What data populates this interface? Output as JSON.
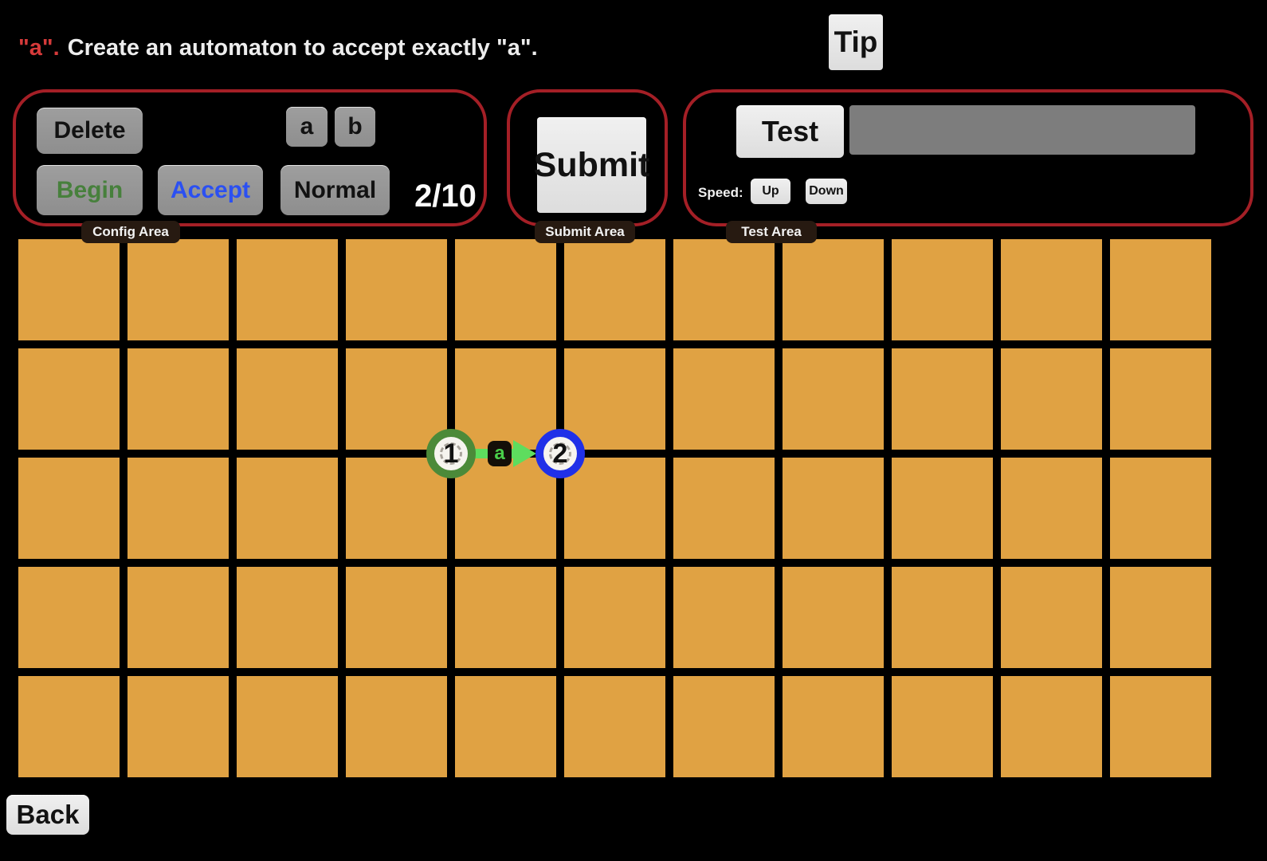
{
  "title": {
    "task": "\"a\".",
    "instruction": "Create an automaton to accept exactly \"a\"."
  },
  "tip": {
    "label": "Tip"
  },
  "config": {
    "area_label": "Config Area",
    "delete_button": "Delete",
    "symbol_a_button": "a",
    "symbol_b_button": "b",
    "begin_button": "Begin",
    "accept_button": "Accept",
    "normal_button": "Normal",
    "state_counter": "2/10"
  },
  "submit": {
    "area_label": "Submit Area",
    "submit_button": "Submit"
  },
  "test": {
    "area_label": "Test Area",
    "test_button": "Test",
    "input_value": "",
    "speed_label": "Speed:",
    "up_button": "Up",
    "down_button": "Down"
  },
  "back": {
    "label": "Back"
  },
  "grid": {
    "columns": 11,
    "rows": 5
  },
  "automaton": {
    "states": [
      {
        "label": "1",
        "role": "begin"
      },
      {
        "label": "2",
        "role": "accept"
      }
    ],
    "transitions": [
      {
        "from": "1",
        "to": "2",
        "symbol": "a"
      }
    ]
  },
  "colors": {
    "cell_orange": "#E0A243",
    "area_border_red": "#A41F26",
    "begin_green": "#47803C",
    "accept_blue": "#2B50F2",
    "state_begin_ring": "#4C8A39",
    "state_accept_ring": "#2030E8",
    "arrow_green": "#5EDD5E",
    "title_red": "#D63A3A"
  }
}
